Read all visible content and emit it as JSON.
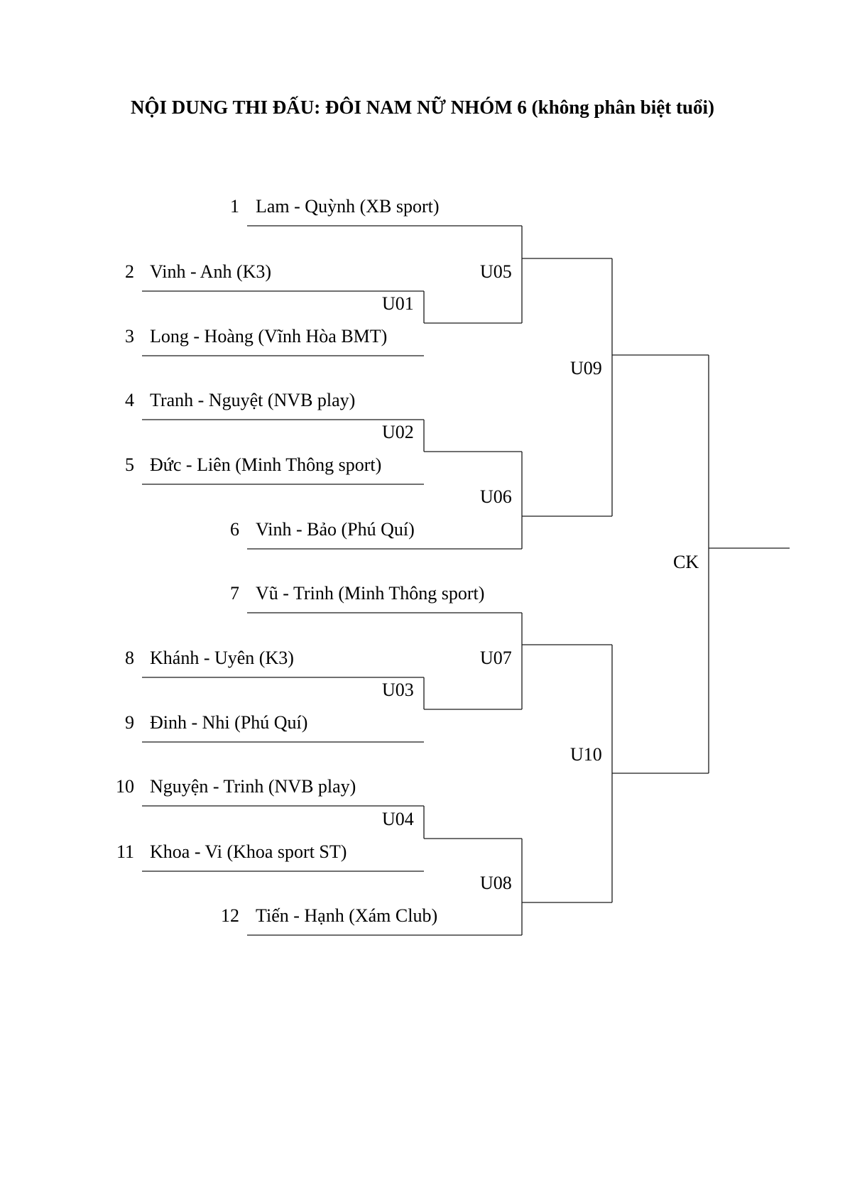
{
  "title": "NỘI DUNG THI ĐẤU: ĐÔI NAM NỮ NHÓM 6 (không phân biệt tuổi)",
  "teams": [
    {
      "seed": "1",
      "name": "Lam - Quỳnh (XB sport)"
    },
    {
      "seed": "2",
      "name": "Vinh - Anh (K3)"
    },
    {
      "seed": "3",
      "name": "Long - Hoàng (Vĩnh Hòa BMT)"
    },
    {
      "seed": "4",
      "name": "Tranh - Nguyệt (NVB play)"
    },
    {
      "seed": "5",
      "name": "Đức - Liên (Minh Thông sport)"
    },
    {
      "seed": "6",
      "name": "Vinh - Bảo (Phú Quí)"
    },
    {
      "seed": "7",
      "name": "Vũ - Trinh (Minh Thông sport)"
    },
    {
      "seed": "8",
      "name": "Khánh - Uyên (K3)"
    },
    {
      "seed": "9",
      "name": "Đinh - Nhi (Phú Quí)"
    },
    {
      "seed": "10",
      "name": "Nguyện - Trinh (NVB play)"
    },
    {
      "seed": "11",
      "name": "Khoa - Vi (Khoa sport ST)"
    },
    {
      "seed": "12",
      "name": "Tiến - Hạnh (Xám Club)"
    }
  ],
  "matches": {
    "u01": "U01",
    "u02": "U02",
    "u03": "U03",
    "u04": "U04",
    "u05": "U05",
    "u06": "U06",
    "u07": "U07",
    "u08": "U08",
    "u09": "U09",
    "u10": "U10",
    "final": "CK"
  }
}
